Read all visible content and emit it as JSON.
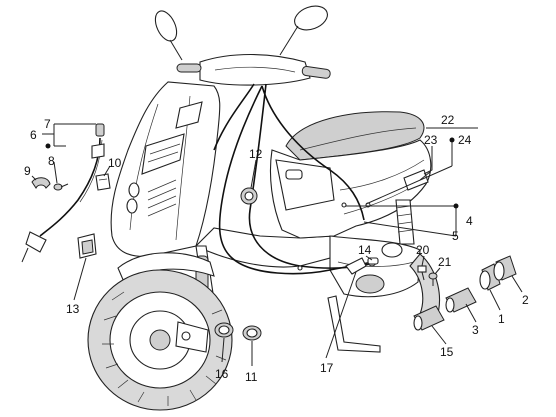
{
  "callouts": {
    "c1": "1",
    "c2": "2",
    "c3": "3",
    "c4": "4",
    "c5": "5",
    "c6": "6",
    "c7": "7",
    "c8": "8",
    "c9": "9",
    "c10": "10",
    "c11": "11",
    "c12": "12",
    "c13": "13",
    "c14": "14",
    "c15": "15",
    "c16": "16",
    "c17": "17",
    "c20": "20",
    "c21": "21",
    "c22": "22",
    "c23": "23",
    "c24": "24"
  }
}
